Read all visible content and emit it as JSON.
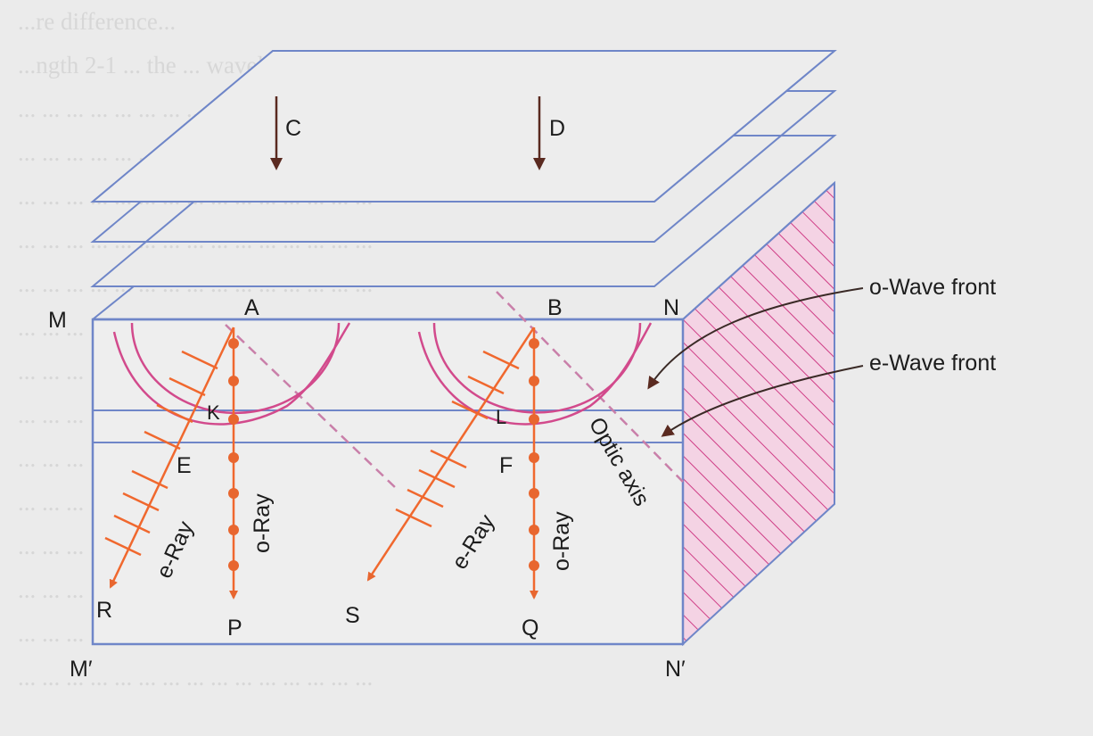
{
  "background_text": [
    "...re difference...",
    "...ngth 2-1 ... the ... wavelength ... ... pass ... ... ... ... ...",
    "... ... ... ... ... ... ... ... ... ... ... ... ... ... ... ...",
    "... ... ... ... ... ... ... ... ... ... ... ... ... ... ...",
    "... ... ... ... ... ... ... ... ... ... ... ... ... ... ...",
    "... ... ... ... ... ... ... ... ... ... ... ... ... ... ...",
    "... ... ... ... ... ... ... ... ... ... ... ... ... ... ...",
    "... ... ... ... ... ... ... ... ... ... ... ... ... ... ...",
    "... ... ... ... ... ... ... ... ... ... ... ... ... ... ...",
    "... ... ... ... ... ... ... ... ... ... ... ... ... ... ...",
    "... ... ... ... ... ... ... ... ... ... ... ... ... ... ...",
    "... ... ... ... ... ... ... ... ... ... ... ... ... ... ...",
    "... ... ... ... ... ... ... ... ... ... ... ... ... ... ...",
    "... ... ... ... ... ... ... ... ... ... ... ... ... ... ...",
    "... ... ... ... ... ... ... ... ... ... ... ... ... ... ...",
    "... ... ... ... ... ... ... ... ... ... ... ... ... ... ..."
  ],
  "labels": {
    "C": "C",
    "D": "D",
    "M": "M",
    "N": "N",
    "M_prime": "M′",
    "N_prime": "N′",
    "A": "A",
    "B": "B",
    "E": "E",
    "F": "F",
    "K": "K",
    "L": "L",
    "R": "R",
    "P": "P",
    "S": "S",
    "Q": "Q",
    "e_ray_1": "e-Ray",
    "o_ray_1": "o-Ray",
    "e_ray_2": "e-Ray",
    "o_ray_2": "o-Ray",
    "optic_axis": "Optic axis",
    "o_wave_front": "o-Wave front",
    "e_wave_front": "e-Wave front"
  },
  "colors": {
    "plane_edge": "#6f86c8",
    "wave_curve": "#d24a8c",
    "ray": "#f0682e",
    "ray_dot": "#e8662f",
    "hatch": "#cf3d86",
    "side_fill": "#f4d3e4",
    "optic_axis": "#c97fa9",
    "arrow": "#5a2a20"
  }
}
